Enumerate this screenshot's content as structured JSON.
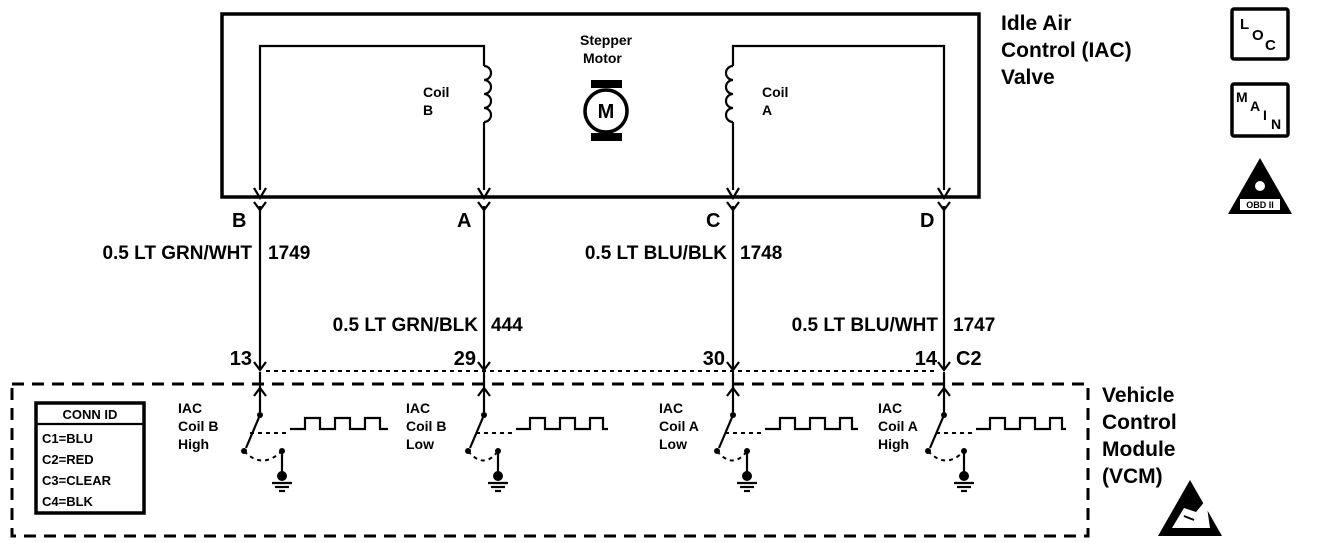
{
  "iac": {
    "title_lines": [
      "Idle Air",
      "Control (IAC)",
      "Valve"
    ],
    "motor_label_lines": [
      "Stepper",
      "Motor"
    ],
    "motor_symbol": "M",
    "coil_b_lines": [
      "Coil",
      "B"
    ],
    "coil_a_lines": [
      "Coil",
      "A"
    ]
  },
  "terminals": [
    {
      "letter": "B",
      "wire": "0.5 LT GRN/WHT",
      "circuit": "1749",
      "vcm_pin": "13"
    },
    {
      "letter": "A",
      "wire": "0.5 LT GRN/BLK",
      "circuit": "444",
      "vcm_pin": "29"
    },
    {
      "letter": "C",
      "wire": "0.5 LT BLU/BLK",
      "circuit": "1748",
      "vcm_pin": "30"
    },
    {
      "letter": "D",
      "wire": "0.5 LT BLU/WHT",
      "circuit": "1747",
      "vcm_pin": "14"
    }
  ],
  "connector_label": "C2",
  "vcm": {
    "title_lines": [
      "Vehicle",
      "Control",
      "Module",
      "(VCM)"
    ],
    "drivers": [
      {
        "lines": [
          "IAC",
          "Coil B",
          "High"
        ]
      },
      {
        "lines": [
          "IAC",
          "Coil B",
          "Low"
        ]
      },
      {
        "lines": [
          "IAC",
          "Coil A",
          "Low"
        ]
      },
      {
        "lines": [
          "IAC",
          "Coil A",
          "High"
        ]
      }
    ],
    "conn_id": {
      "title": "CONN ID",
      "rows": [
        "C1=BLU",
        "C2=RED",
        "C3=CLEAR",
        "C4=BLK"
      ]
    }
  },
  "icons": {
    "loc": [
      "L",
      "O",
      "C"
    ],
    "main": [
      "M",
      "A",
      "I",
      "N"
    ],
    "obd_text": "OBD II"
  }
}
